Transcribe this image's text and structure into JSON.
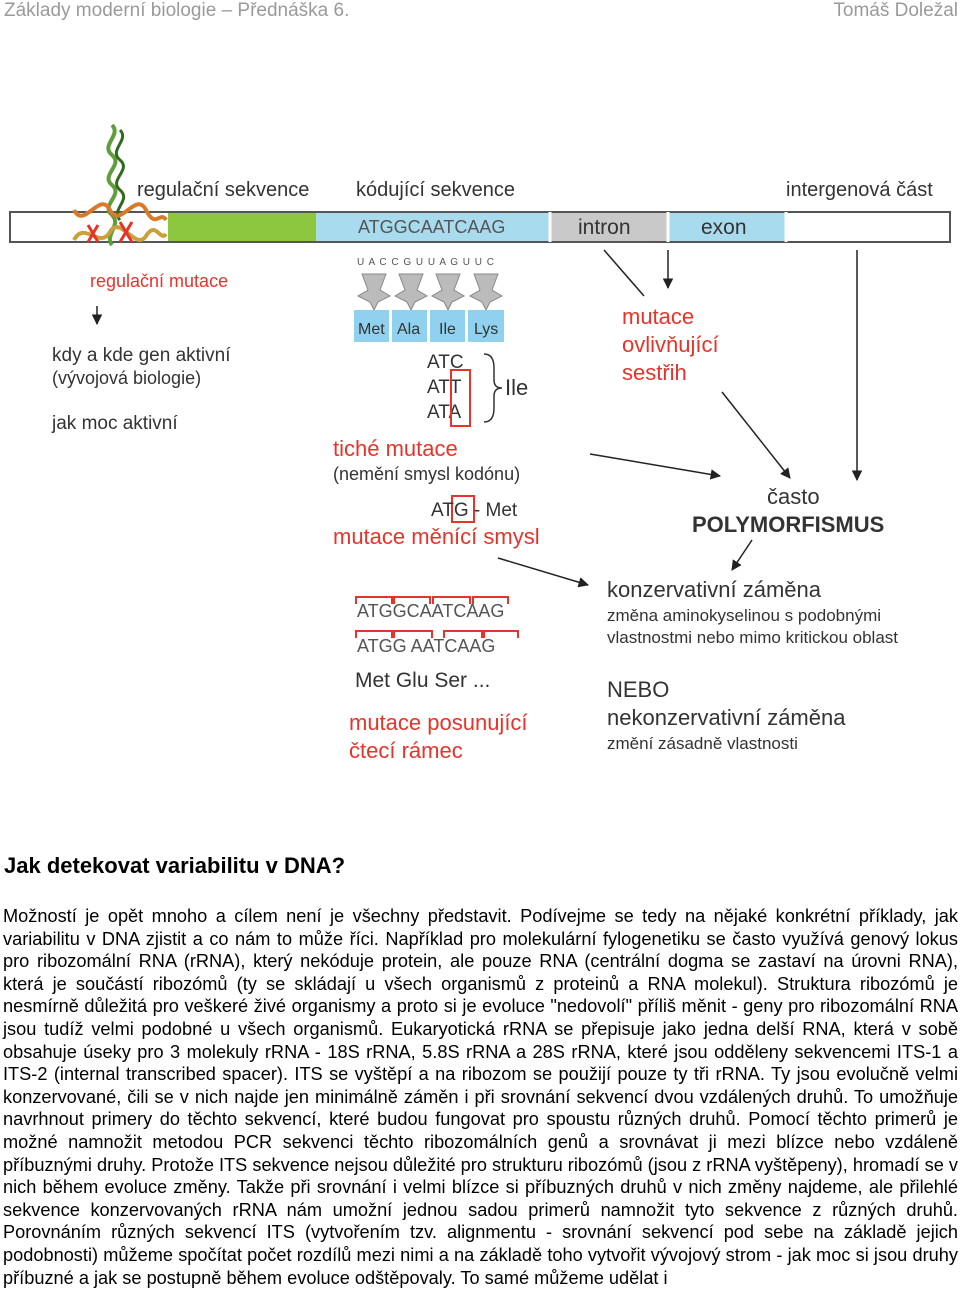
{
  "header": {
    "course_title": "Základy moderní biologie – Přednáška 6.",
    "author": "Tomáš Doležal"
  },
  "figure": {
    "section_labels": {
      "regulatory": "regulační sekvence",
      "coding": "kódující sekvence",
      "intergenic": "intergenová část"
    },
    "bar": {
      "coding_seq": "ATGGCAATCAAG",
      "intron": "intron",
      "exon": "exon"
    },
    "trna_anticodons": "U A C C G U U A G U U C",
    "amino_acids": [
      "Met",
      "Ala",
      "Ile",
      "Lys"
    ],
    "regulatory": {
      "mutation": "regulační mutace",
      "when_where": "kdy a kde gen aktivní",
      "dev_bio": "(vývojová biologie)",
      "how_much": "jak moc aktivní"
    },
    "silent": {
      "codons": [
        "ATC",
        "ATT",
        "ATA"
      ],
      "amino_acid": "Ile",
      "title": "tiché mutace",
      "subtitle": "(nemění smysl kodónu)"
    },
    "missense": {
      "codon": "ATG - Met",
      "title": "mutace měnící smysl"
    },
    "frameshift": {
      "seq1": "ATGGCAATCAAG",
      "seq2": "ATGG AATCAAG",
      "translation": "Met Glu Ser ...",
      "title_line1": "mutace posunující",
      "title_line2": "čtecí rámec"
    },
    "splicing": {
      "line1": "mutace",
      "line2": "ovlivňující",
      "line3": "sestřih"
    },
    "polymorphism": {
      "line1": "často",
      "line2": "POLYMORFISMUS"
    },
    "conservative": {
      "title": "konzervativní záměna",
      "desc1": "změna aminokyselinou s podobnými",
      "desc2": "vlastnostmi nebo mimo kritickou oblast",
      "or": "NEBO",
      "title2": "nekonzervativní záměna",
      "desc3": "změní zásadně vlastnosti"
    },
    "colors": {
      "red": "#e8332a",
      "green": "#8dc63f",
      "light_blue": "#a9dbef",
      "gray": "#c9c9c9",
      "trna_blue": "#8fd1ee",
      "dark_text": "#333333"
    }
  },
  "section": {
    "heading": "Jak detekovat variabilitu v DNA?",
    "paragraph": "Možností je opět mnoho a cílem není je všechny představit. Podívejme se tedy na nějaké konkrétní příklady, jak variabilitu v DNA zjistit a co nám to může říci. Například pro molekulární fylogenetiku se často využívá genový lokus pro ribozomální RNA (rRNA), který nekóduje protein, ale pouze RNA (centrální dogma se zastaví na úrovni RNA), která je součástí ribozómů (ty se skládají u všech organismů z proteinů a RNA molekul). Struktura ribozómů je nesmírně důležitá pro veškeré živé organismy a proto si je evoluce \"nedovolí\" příliš měnit - geny pro ribozomální RNA jsou tudíž velmi podobné u všech organismů. Eukaryotická rRNA se přepisuje jako jedna delší RNA, která v sobě obsahuje úseky pro 3 molekuly rRNA - 18S rRNA, 5.8S rRNA a 28S rRNA, které jsou odděleny sekvencemi ITS-1 a ITS-2 (internal transcribed spacer). ITS se vyštěpí a na ribozom se použijí pouze ty tři rRNA. Ty jsou evolučně velmi konzervované, čili se v nich najde jen minimálně záměn i při srovnání sekvencí dvou vzdálených druhů. To umožňuje navrhnout primery do těchto sekvencí, které budou fungovat pro spoustu různých druhů. Pomocí těchto primerů je možné namnožit metodou PCR sekvenci těchto ribozomálních genů a srovnávat ji mezi blízce nebo vzdáleně příbuznými druhy. Protože ITS sekvence nejsou důležité pro strukturu ribozómů (jsou z rRNA vyštěpeny), hromadí se v nich během evoluce změny. Takže při srovnání i velmi blízce si příbuzných druhů v nich změny najdeme, ale přilehlé sekvence konzervovaných rRNA nám umožní jednou sadou primerů namnožit tyto sekvence z různých druhů. Porovnáním různých sekvencí ITS (vytvořením tzv. alignmentu - srovnání sekvencí pod sebe na základě jejich podobnosti) můžeme spočítat počet rozdílů mezi nimi a na základě toho vytvořit vývojový strom - jak moc si jsou druhy příbuzné a jak se postupně během evoluce odštěpovaly. To samé můžeme udělat i"
  }
}
